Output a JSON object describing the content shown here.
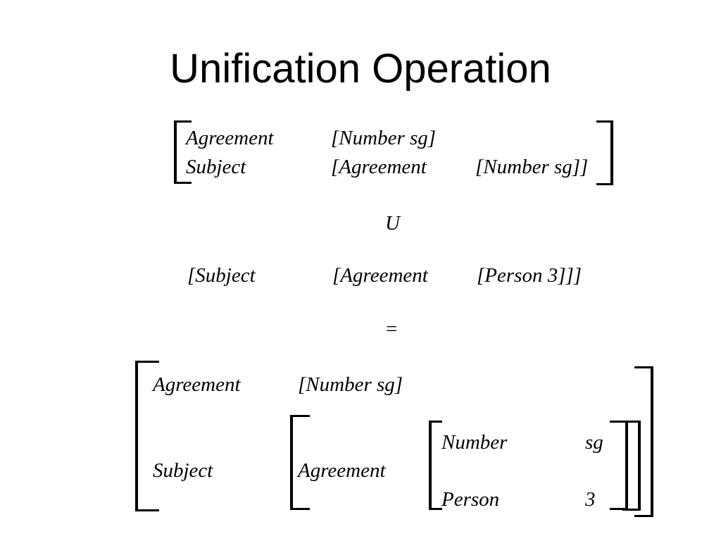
{
  "slide": {
    "title": "Unification Operation",
    "fs1": {
      "row1": {
        "feature": "Agreement",
        "value": "[Number sg]"
      },
      "row2": {
        "feature": "Subject",
        "value": "[Agreement",
        "inner": "[Number sg]]"
      }
    },
    "union_symbol": "U",
    "fs2": {
      "feature": "[Subject",
      "value": "[Agreement",
      "inner": "[Person 3]]]"
    },
    "equals_symbol": "=",
    "result": {
      "row1": {
        "feature": "Agreement",
        "value": "[Number sg]"
      },
      "row2": {
        "feature": "Subject",
        "sub_feature": "Agreement",
        "inner": {
          "row1": {
            "feature": "Number",
            "value": "sg"
          },
          "row2": {
            "feature": "Person",
            "value": "3"
          }
        }
      }
    }
  }
}
